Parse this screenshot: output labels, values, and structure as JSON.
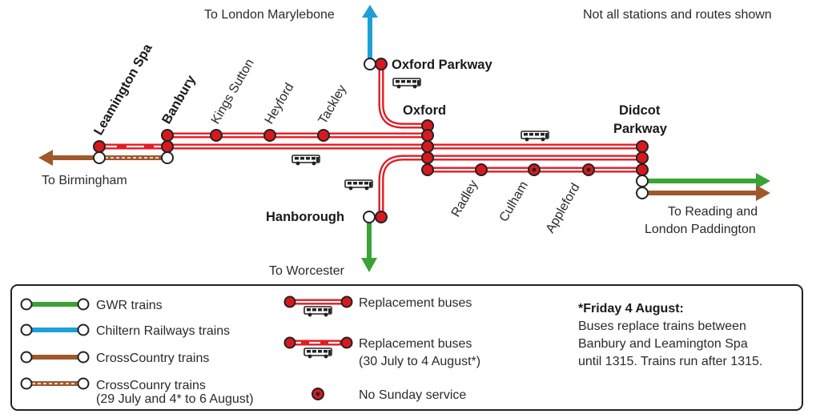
{
  "colors": {
    "gwr": "#3aa335",
    "chiltern": "#1e9fd6",
    "crosscountry": "#a0582a",
    "replacement": "#e31b23",
    "station_fill": "#d7191f",
    "text": "#2a2a2a"
  },
  "note": "Not all stations and routes shown",
  "directions": {
    "marylebone": "To London Marylebone",
    "birmingham": "To Birmingham",
    "worcester": "To Worcester",
    "reading_1": "To Reading and",
    "reading_2": "London Paddington"
  },
  "stations": {
    "leamington": "Leamington Spa",
    "banbury": "Banbury",
    "kings_sutton": "Kings Sutton",
    "heyford": "Heyford",
    "tackley": "Tackley",
    "oxford_parkway": "Oxford Parkway",
    "oxford": "Oxford",
    "hanborough": "Hanborough",
    "radley": "Radley",
    "culham": "Culham",
    "appleford": "Appleford",
    "didcot_1": "Didcot",
    "didcot_2": "Parkway"
  },
  "icons": {
    "bus": "bus-icon",
    "station": "station-circle-icon",
    "arrow": "arrow-icon"
  },
  "legend": {
    "gwr": "GWR trains",
    "chiltern": "Chiltern Railways trains",
    "crosscountry": "CrossCountry trains",
    "crosscountry_partial_1": "CrossCounry trains",
    "crosscountry_partial_2": "(29 July and 4* to 6 August)",
    "replacement": "Replacement buses",
    "replacement_partial_1": "Replacement buses",
    "replacement_partial_2": "(30 July to 4 August*)",
    "no_sunday": "No Sunday service",
    "footnote_title": "*Friday 4 August:",
    "footnote_1": "Buses replace trains between",
    "footnote_2": "Banbury and Leamington Spa",
    "footnote_3": "until 1315. Trains run after 1315."
  }
}
